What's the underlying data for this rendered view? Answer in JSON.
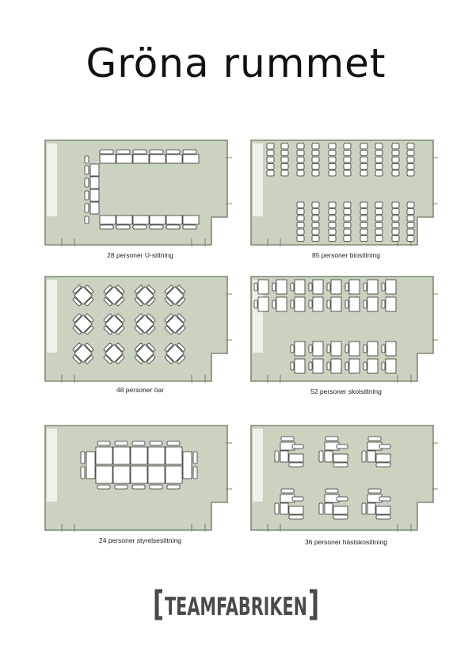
{
  "title": "Gröna rummet",
  "colors": {
    "room_fill": "#c9d3bf",
    "room_stroke": "#7f8a76",
    "furniture": "#ffffff",
    "ink": "#333333",
    "window": "#eef1ea"
  },
  "layouts": [
    {
      "key": "u",
      "caption": "28 personer U-sittning"
    },
    {
      "key": "bio",
      "caption": "85 personer biosittning"
    },
    {
      "key": "oar",
      "caption": "48 personer öar"
    },
    {
      "key": "skola",
      "caption": "52 personer skolsittning"
    },
    {
      "key": "styrelse",
      "caption": "24 personer styrelsesittning"
    },
    {
      "key": "hastsko",
      "caption": "36 personer hästskosittning"
    }
  ],
  "logo": {
    "text": "TEAMFABRIKEN"
  }
}
